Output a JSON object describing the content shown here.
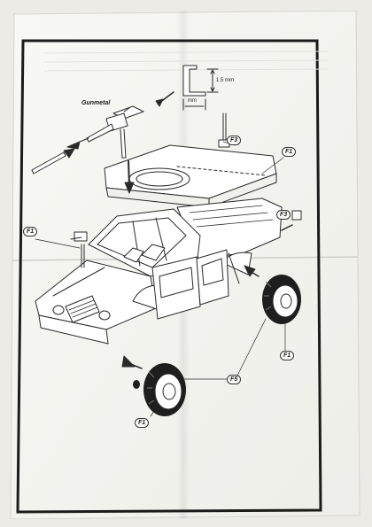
{
  "labels": {
    "gunmetal": "Gunmetal",
    "dim_height": "1.5 mm",
    "dim_width": "mm"
  },
  "part_tags": [
    {
      "id": "f3-top",
      "text": "F3"
    },
    {
      "id": "f1-roof",
      "text": "F1"
    },
    {
      "id": "f3-side",
      "text": "F3"
    },
    {
      "id": "f1-mirror",
      "text": "F1"
    },
    {
      "id": "f1-wheel-right",
      "text": "F1"
    },
    {
      "id": "f5-wheels",
      "text": "F5"
    },
    {
      "id": "f1-wheel-left",
      "text": "F1"
    }
  ],
  "colors": {
    "background": "#ecebe6",
    "paper": "#f7f7f3",
    "border": "#1b1b1b",
    "line": "#2a2a2a",
    "tire": "#1e1e1e"
  }
}
